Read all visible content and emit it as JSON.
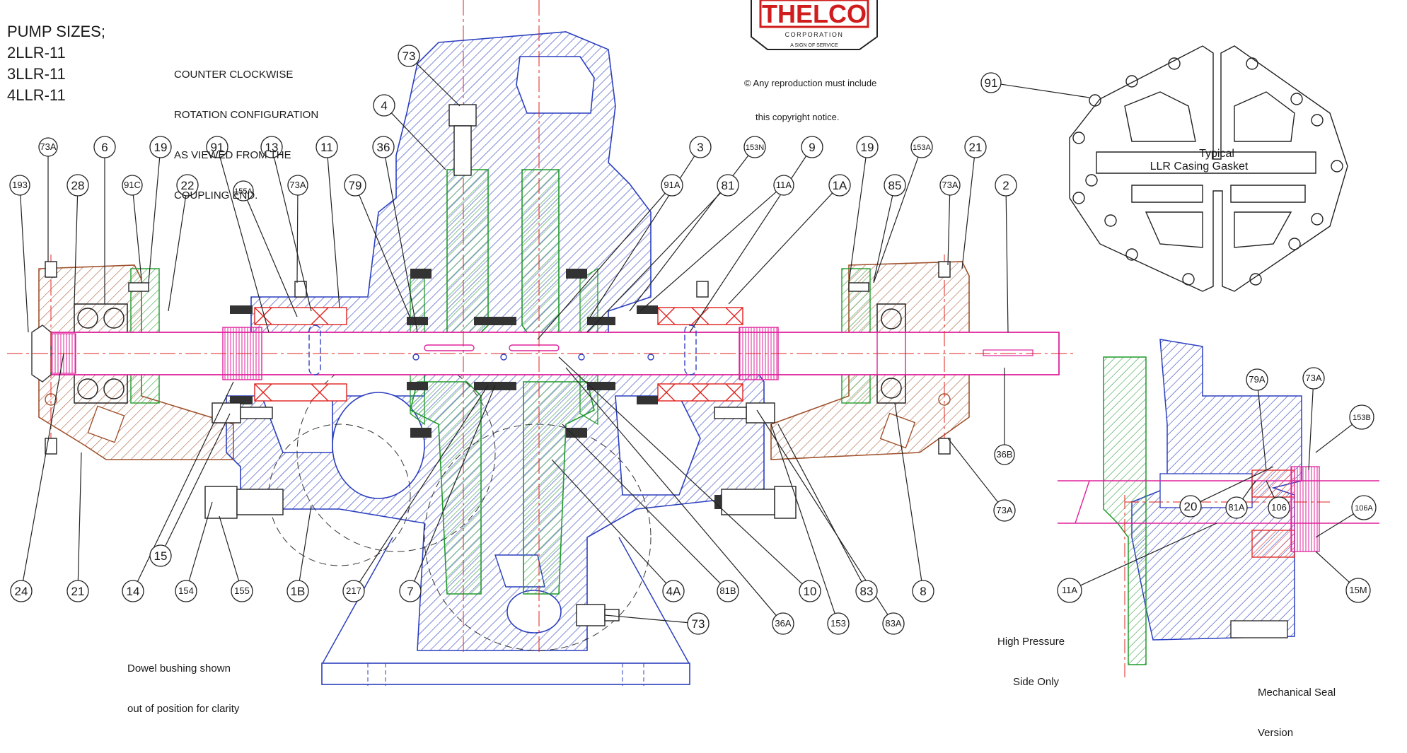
{
  "pump_sizes_heading": "PUMP SIZES;",
  "pump_sizes": [
    "2LLR-11",
    "3LLR-11",
    "4LLR-11"
  ],
  "rotation_note": [
    "COUNTER CLOCKWISE",
    "ROTATION CONFIGURATION",
    "AS VIEWED FROM THE",
    "COUPLING END."
  ],
  "logo": {
    "name": "THELCO",
    "sub": "CORPORATION",
    "tagline": "A SIGN OF SERVICE"
  },
  "copyright": [
    "© Any reproduction must include",
    "this copyright notice."
  ],
  "gasket_caption": [
    "Typical",
    "LLR Casing Gasket"
  ],
  "dowel_note": [
    "Dowel bushing shown",
    "out of position for clarity"
  ],
  "high_pressure_note": [
    "High Pressure",
    "Side Only"
  ],
  "seal_note": [
    "Mechanical Seal",
    "Version"
  ],
  "colors": {
    "casing": "#2b3fbf",
    "impeller": "#1f9a2a",
    "shaft": "#e0229c",
    "bearing_housing": "#a0522d",
    "seal_red": "#e0201c",
    "centerline": "#e0201c"
  },
  "callouts": [
    "73",
    "4",
    "73A",
    "6",
    "19",
    "91",
    "13",
    "11",
    "36",
    "3",
    "153N",
    "9",
    "19",
    "153A",
    "21",
    "193",
    "28",
    "91C",
    "22",
    "155A",
    "73A",
    "79",
    "91A",
    "81",
    "11A",
    "1A",
    "85",
    "73A",
    "2",
    "91",
    "15",
    "154",
    "155",
    "1B",
    "217",
    "7",
    "4A",
    "81B",
    "36A",
    "10",
    "153",
    "83",
    "83A",
    "8",
    "24",
    "21",
    "14",
    "36B",
    "73A",
    "73",
    "79A",
    "73A",
    "153B",
    "20",
    "81A",
    "106",
    "106A",
    "11A",
    "15M"
  ]
}
